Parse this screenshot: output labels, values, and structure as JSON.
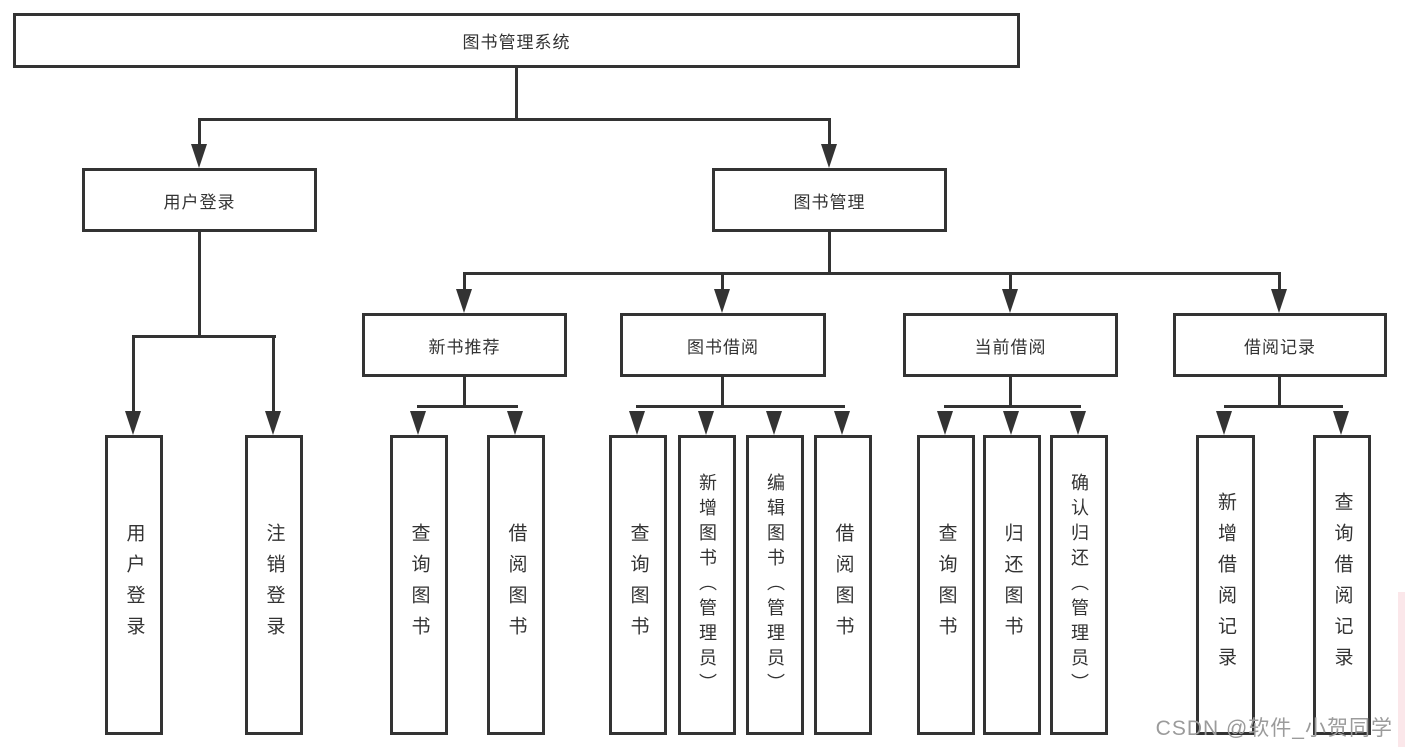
{
  "colors": {
    "line": "#333333",
    "box_border": "#333333",
    "text": "#333333",
    "watermark_gray": "#9b9b9b",
    "background": "#ffffff"
  },
  "nodes": {
    "root": "图书管理系统",
    "level2": [
      "用户登录",
      "图书管理"
    ],
    "level3": [
      "新书推荐",
      "图书借阅",
      "当前借阅",
      "借阅记录"
    ],
    "leaves": [
      "用户登录",
      "注销登录",
      "查询图书",
      "借阅图书",
      "查询图书",
      "新增图书（管理员）",
      "编辑图书（管理员）",
      "借阅图书",
      "查询图书",
      "归还图书",
      "确认归还（管理员）",
      "新增借阅记录",
      "查询借阅记录"
    ]
  },
  "watermark": "CSDN @软件_小贺同学"
}
